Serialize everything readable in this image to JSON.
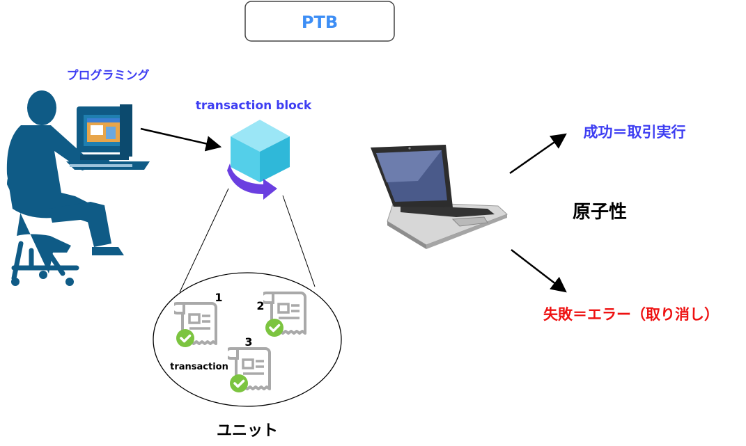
{
  "title": "PTB",
  "labels": {
    "programming": "プログラミング",
    "transaction_block": "transaction block",
    "success": "成功＝取引実行",
    "atomicity": "原子性",
    "failure": "失敗＝エラー（取り消し）",
    "unit": "ユニット",
    "transaction": "transaction"
  },
  "transactions": [
    {
      "number": "1"
    },
    {
      "number": "2"
    },
    {
      "number": "3"
    }
  ],
  "colors": {
    "title": "#3d8ef5",
    "programming": "#3d3df2",
    "transaction_block": "#3d3df2",
    "success": "#3d3df2",
    "failure": "#ee1111",
    "text": "#000000",
    "person": "#0f5b86",
    "cube": "#3fc6e6",
    "cube_arrow": "#6a3fe0",
    "doc": "#a9a9a9",
    "check": "#7cc440"
  },
  "icons": {
    "person": "person-at-computer-icon",
    "cube": "transaction-block-cube-icon",
    "laptop": "laptop-icon",
    "document": "document-check-icon"
  }
}
